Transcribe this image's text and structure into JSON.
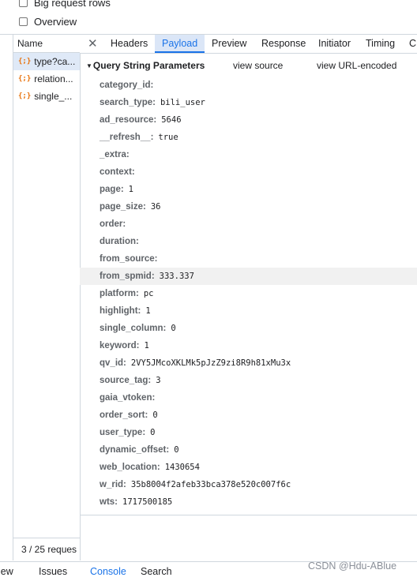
{
  "options": {
    "big_rows_label": "Big request rows",
    "overview_label": "Overview"
  },
  "requests": {
    "header": "Name",
    "items": [
      {
        "label": "type?ca..."
      },
      {
        "label": "relation..."
      },
      {
        "label": "single_..."
      }
    ],
    "icon_glyph": "{;}",
    "count": "3 / 25 reques"
  },
  "tabs": {
    "close_glyph": "✕",
    "items": [
      {
        "label": "Headers"
      },
      {
        "label": "Payload"
      },
      {
        "label": "Preview"
      },
      {
        "label": "Response"
      },
      {
        "label": "Initiator"
      },
      {
        "label": "Timing"
      },
      {
        "label": "C"
      }
    ]
  },
  "payload": {
    "section_title": "Query String Parameters",
    "view_source": "view source",
    "view_url_encoded": "view URL-encoded",
    "params": [
      {
        "key": "category_id:",
        "value": ""
      },
      {
        "key": "search_type:",
        "value": "bili_user"
      },
      {
        "key": "ad_resource:",
        "value": "5646"
      },
      {
        "key": "__refresh__:",
        "value": "true"
      },
      {
        "key": "_extra:",
        "value": ""
      },
      {
        "key": "context:",
        "value": ""
      },
      {
        "key": "page:",
        "value": "1"
      },
      {
        "key": "page_size:",
        "value": "36"
      },
      {
        "key": "order:",
        "value": ""
      },
      {
        "key": "duration:",
        "value": ""
      },
      {
        "key": "from_source:",
        "value": ""
      },
      {
        "key": "from_spmid:",
        "value": "333.337"
      },
      {
        "key": "platform:",
        "value": "pc"
      },
      {
        "key": "highlight:",
        "value": "1"
      },
      {
        "key": "single_column:",
        "value": "0"
      },
      {
        "key": "keyword:",
        "value": "1"
      },
      {
        "key": "qv_id:",
        "value": "2VY5JMcoXKLMk5pJzZ9zi8R9h81xMu3x"
      },
      {
        "key": "source_tag:",
        "value": "3"
      },
      {
        "key": "gaia_vtoken:",
        "value": ""
      },
      {
        "key": "order_sort:",
        "value": "0"
      },
      {
        "key": "user_type:",
        "value": "0"
      },
      {
        "key": "dynamic_offset:",
        "value": "0"
      },
      {
        "key": "web_location:",
        "value": "1430654"
      },
      {
        "key": "w_rid:",
        "value": "35b8004f2afeb33bca378e520c007f6c"
      },
      {
        "key": "wts:",
        "value": "1717500185"
      }
    ]
  },
  "drawer_tabs": [
    {
      "label": "iew"
    },
    {
      "label": "Issues"
    },
    {
      "label": "Console"
    },
    {
      "label": "Search"
    }
  ],
  "watermark": "CSDN @Hdu-ABlue",
  "colors": {
    "accent": "#1a73e8",
    "icon": "#e8710a"
  }
}
